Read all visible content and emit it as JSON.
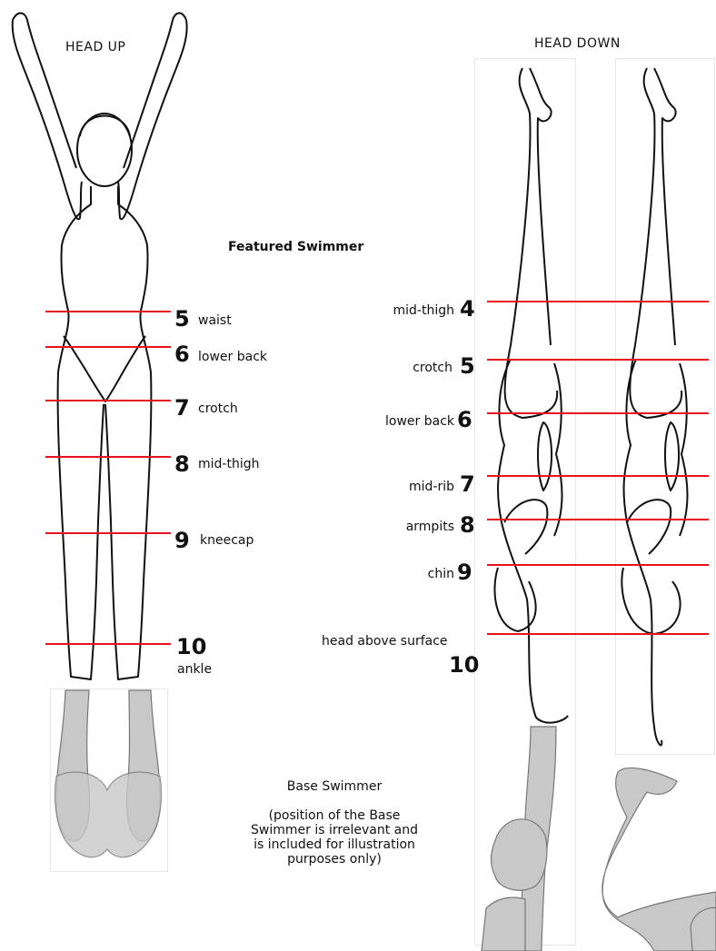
{
  "titles": {
    "head_up": "HEAD UP",
    "head_down": "HEAD DOWN",
    "featured": "Featured Swimmer"
  },
  "left_levels": [
    {
      "num": "5",
      "label": "waist"
    },
    {
      "num": "6",
      "label": "lower back"
    },
    {
      "num": "7",
      "label": "crotch"
    },
    {
      "num": "8",
      "label": "mid-thigh"
    },
    {
      "num": "9",
      "label": "kneecap"
    },
    {
      "num": "10",
      "label": "ankle"
    }
  ],
  "right_levels": [
    {
      "num": "4",
      "label": "mid-thigh"
    },
    {
      "num": "5",
      "label": "crotch"
    },
    {
      "num": "6",
      "label": "lower back"
    },
    {
      "num": "7",
      "label": "mid-rib"
    },
    {
      "num": "8",
      "label": "armpits"
    },
    {
      "num": "9",
      "label": "chin"
    },
    {
      "num": "10",
      "label": "head above surface"
    }
  ],
  "base": {
    "title": "Base Swimmer",
    "note_lines": [
      "(position of the Base",
      "Swimmer is irrelevant and",
      "is included for illustration",
      "purposes only)"
    ]
  },
  "colors": {
    "marker_line": "#e8141b",
    "base_swimmer_fill": "#c8c8c8",
    "outline": "#111111"
  }
}
